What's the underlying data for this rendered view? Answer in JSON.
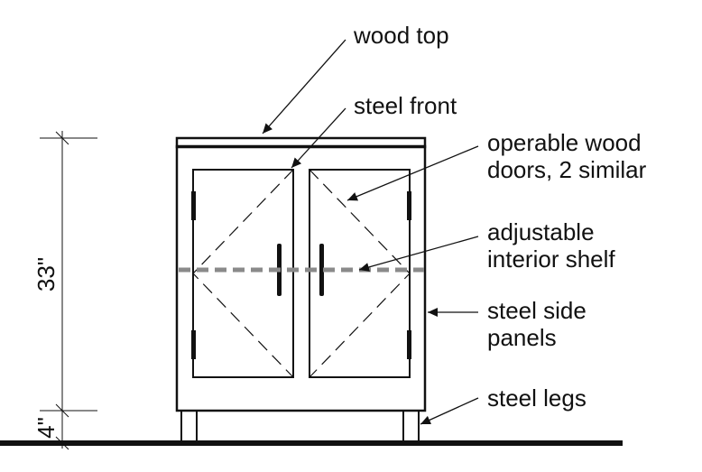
{
  "labels": {
    "wood_top": "wood top",
    "steel_front": "steel front",
    "operable_doors_line1": "operable wood",
    "operable_doors_line2": "doors, 2 similar",
    "shelf_line1": "adjustable",
    "shelf_line2": "interior shelf",
    "side_panels_line1": "steel side",
    "side_panels_line2": "panels",
    "legs": "steel legs"
  },
  "dimensions": {
    "cabinet_height": "33\"",
    "leg_height": "4\""
  },
  "colors": {
    "ink": "#111111",
    "shelf_dash": "#8a8a8a"
  }
}
